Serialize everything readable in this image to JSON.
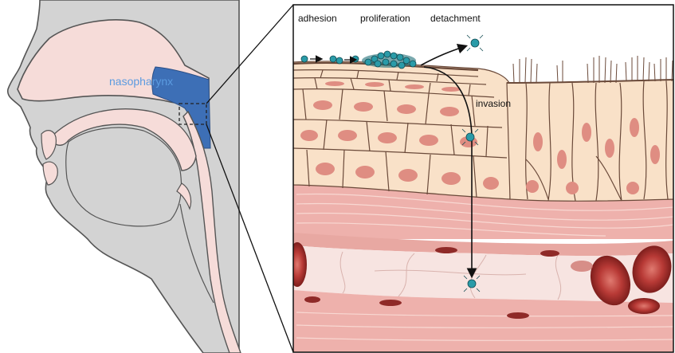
{
  "labels": {
    "nasopharynx": "nasopharynx",
    "adhesion": "adhesion",
    "proliferation": "proliferation",
    "detachment": "detachment",
    "invasion": "invasion"
  },
  "colors": {
    "head_gray": "#d3d3d3",
    "head_outline": "#555555",
    "tissue_pink": "#f6dcd9",
    "nasopharynx_blue": "#3d6fb6",
    "nasopharynx_label": "#5b9be0",
    "cell_fill": "#f9e1c8",
    "cell_outline": "#6b4a3a",
    "nucleus": "#df8d82",
    "connective": "#eeb1ac",
    "vessel_lumen": "#f7e4e1",
    "rbc": "#b83a36",
    "bacteria": "#2a9ba8"
  }
}
